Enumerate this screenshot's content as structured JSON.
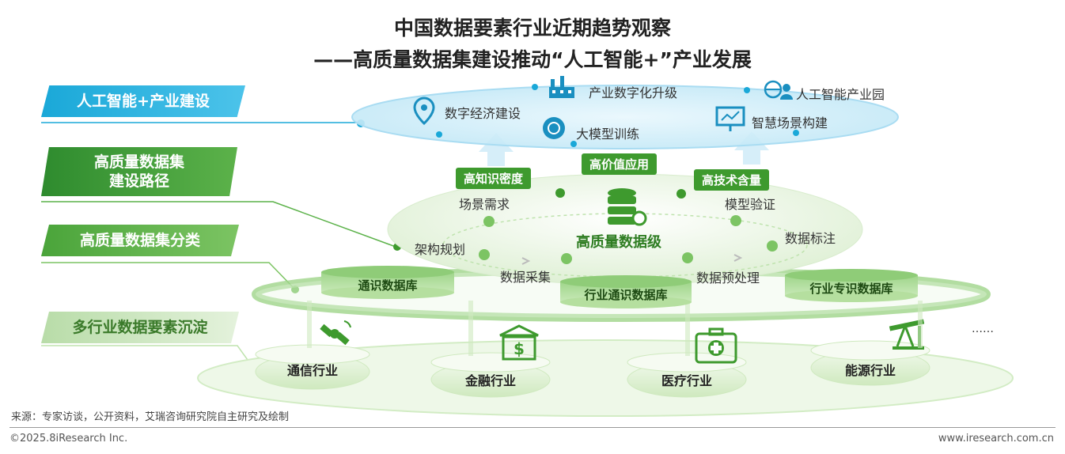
{
  "title": {
    "line1": "中国数据要素行业近期趋势观察",
    "line2": "——高质量数据集建设推动“人工智能+”产业发展"
  },
  "side_tags": {
    "ai_industry": "人工智能+产业建设",
    "path": "高质量数据集\n建设路径",
    "classification": "高质量数据集分类",
    "multi_industry": "多行业数据要素沉淀"
  },
  "top_layer": {
    "items": [
      "产业数字化升级",
      "人工智能产业园",
      "数字经济建设",
      "大模型训练",
      "智慧场景构建"
    ]
  },
  "middle_layer": {
    "badges": [
      "高知识密度",
      "高价值应用",
      "高技术含量"
    ],
    "center_label": "高质量数据级",
    "steps": [
      "场景需求",
      "模型验证",
      "架构规划",
      "数据标注",
      "数据采集",
      "数据预处理"
    ]
  },
  "libraries": [
    "通识数据库",
    "行业通识数据库",
    "行业专识数据库"
  ],
  "industries": [
    "通信行业",
    "金融行业",
    "医疗行业",
    "能源行业"
  ],
  "ellipsis": "……",
  "footer": {
    "source": "来源：专家访谈，公开资料，艾瑞咨询研究院自主研究及绘制",
    "copyright": "©2025.8iResearch Inc.",
    "website": "www.iresearch.com.cn"
  },
  "colors": {
    "blue": "#1aa8d8",
    "green": "#3e9a2e",
    "light_green": "#bfe3ae"
  }
}
